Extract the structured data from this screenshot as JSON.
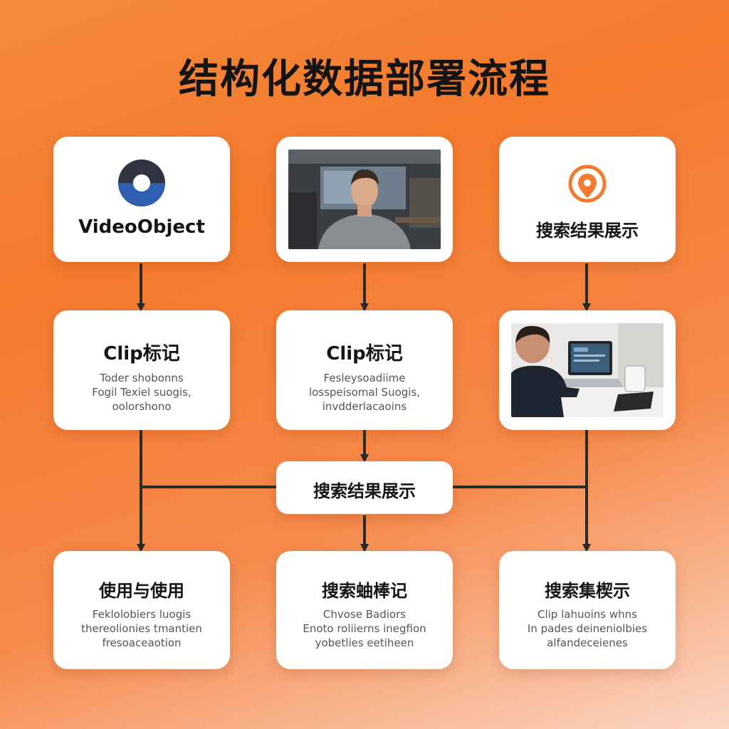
{
  "title": "结构化数据部署流程",
  "colors": {
    "accent": "#f47a2c",
    "icon_blue": "#2f5fb0",
    "icon_dark": "#2f3440",
    "connector": "#2b2b2b"
  },
  "row1": {
    "left": {
      "label": "VideoObject",
      "icon": "disc-logo-icon"
    },
    "center": {
      "image": "man-on-video-call-photo"
    },
    "right": {
      "label": "搜索结果展示",
      "icon": "location-pin-icon"
    }
  },
  "row2": {
    "left": {
      "label": "Clip标记",
      "desc": [
        "Toder shobonns",
        "Fogil Texiel suogis,",
        "oolorshono"
      ]
    },
    "center": {
      "label": "Clip标记",
      "desc": [
        "Fesleysoadiime",
        "losspeisomal Suogis,",
        "invdderlacaoins"
      ]
    },
    "right": {
      "image": "person-at-laptop-photo"
    }
  },
  "junction": {
    "label": "搜索结果展示"
  },
  "row3": {
    "left": {
      "label": "使用与使用",
      "desc": [
        "Feklolobiers luogis",
        "thereolionies tmantien",
        "fresoaceaotion"
      ]
    },
    "center": {
      "label": "搜索蚰棒记",
      "desc": [
        "Chvose Badiors",
        "Enoto roliierns inegfion",
        "yobetlies eetiheen"
      ]
    },
    "right": {
      "label": "搜索集楔示",
      "desc": [
        "Clip lahuoins whns",
        "In pades deineniolbies",
        "alfandeceienes"
      ]
    }
  }
}
